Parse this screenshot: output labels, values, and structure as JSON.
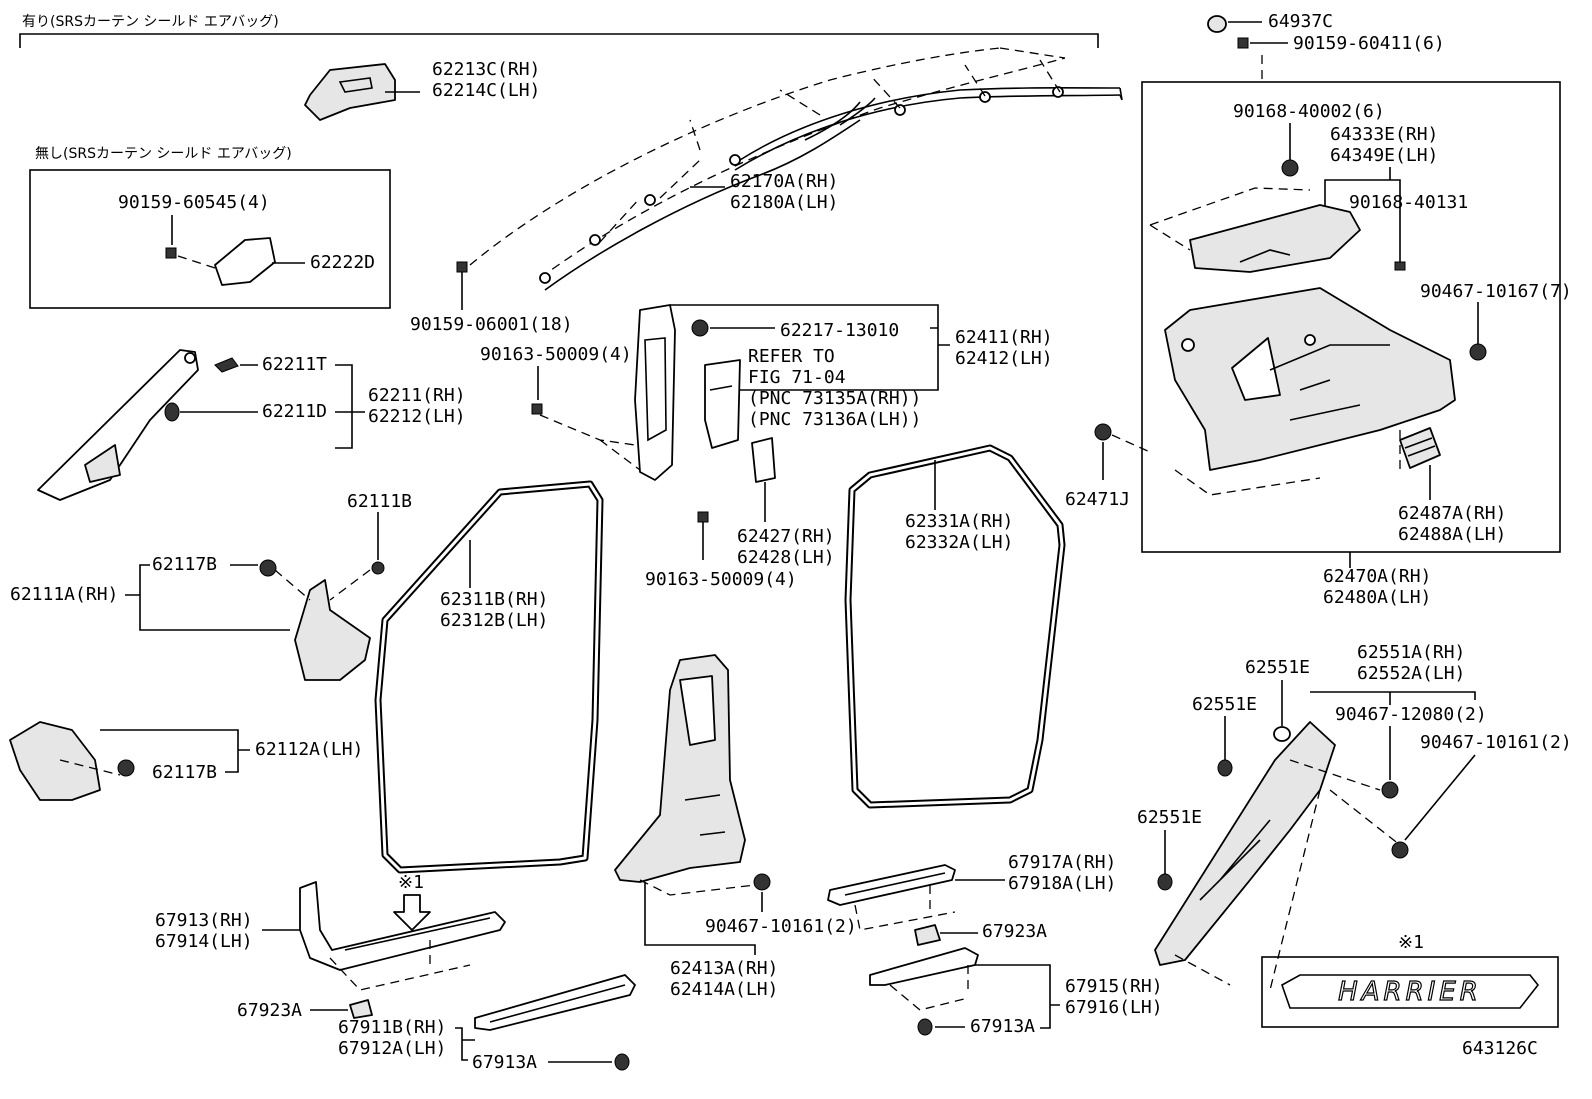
{
  "header": {
    "with_srs": "有り(SRSカーテン シールド エアバッグ)",
    "without_srs": "無し(SRSカーテン シールド エアバッグ)"
  },
  "labels": {
    "p62213C": "62213C(RH)",
    "p62214C": "62214C(LH)",
    "p62170A": "62170A(RH)",
    "p62180A": "62180A(LH)",
    "p90159_60545": "90159-60545(4)",
    "p62222D": "62222D",
    "p90159_06001": "90159-06001(18)",
    "p62211T": "62211T",
    "p62211D": "62211D",
    "p62211": "62211(RH)",
    "p62212": "62212(LH)",
    "p90163_50009a": "90163-50009(4)",
    "p62217_13010": "62217-13010",
    "p62411": "62411(RH)",
    "p62412": "62412(LH)",
    "refer1": "REFER TO",
    "refer2": "FIG 71-04",
    "refer3": "(PNC 73135A(RH))",
    "refer4": "(PNC 73136A(LH))",
    "p62111B": "62111B",
    "p62117Ba": "62117B",
    "p62111A": "62111A(RH)",
    "p62311B": "62311B(RH)",
    "p62312B": "62312B(LH)",
    "p62427": "62427(RH)",
    "p62428": "62428(LH)",
    "p90163_50009b": "90163-50009(4)",
    "p62331A": "62331A(RH)",
    "p62332A": "62332A(LH)",
    "p62471J": "62471J",
    "p62112A": "62112A(LH)",
    "p62117Bb": "62117B",
    "p64937C": "64937C",
    "p90159_60411": "90159-60411(6)",
    "p90168_40002": "90168-40002(6)",
    "p64333E": "64333E(RH)",
    "p64349E": "64349E(LH)",
    "p90168_40131": "90168-40131",
    "p90467_10167": "90467-10167(7)",
    "p62487A": "62487A(RH)",
    "p62488A": "62488A(LH)",
    "p62470A": "62470A(RH)",
    "p62480A": "62480A(LH)",
    "p62551Ea": "62551E",
    "p62551Eb": "62551E",
    "p62551Ec": "62551E",
    "p62551A": "62551A(RH)",
    "p62552A": "62552A(LH)",
    "p90467_12080": "90467-12080(2)",
    "p90467_10161b": "90467-10161(2)",
    "note_mark": "※1",
    "note_mark2": "※1",
    "p67913": "67913(RH)",
    "p67914": "67914(LH)",
    "p67923Aa": "67923A",
    "p67911B": "67911B(RH)",
    "p67912A": "67912A(LH)",
    "p67913Aa": "67913A",
    "p90467_10161a": "90467-10161(2)",
    "p62413A": "62413A(RH)",
    "p62414A": "62414A(LH)",
    "p67917A": "67917A(RH)",
    "p67918A": "67918A(LH)",
    "p67923Ab": "67923A",
    "p67915": "67915(RH)",
    "p67916": "67916(LH)",
    "p67913Ab": "67913A",
    "badge": "HARRIER",
    "diagram_id": "643126C"
  }
}
